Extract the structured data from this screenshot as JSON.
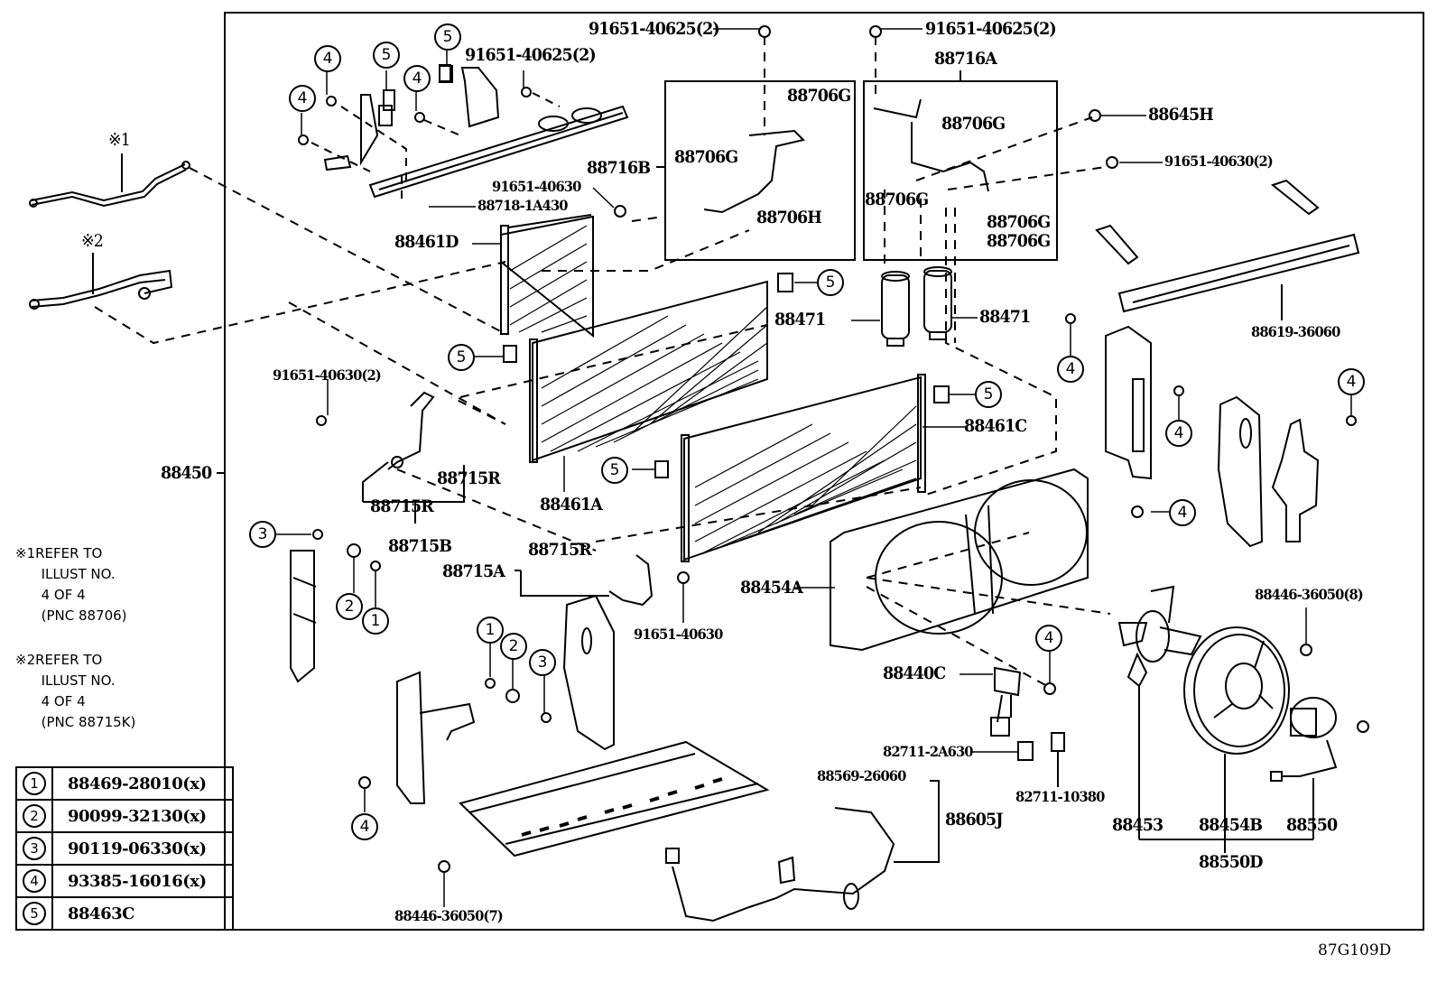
{
  "diagram": {
    "illustration_code": "87G109D",
    "assembly_label": "88450",
    "notes": [
      {
        "mark": "※1",
        "lines": [
          "REFER TO",
          "ILLUST NO.",
          "4 OF 4",
          "(PNC 88706)"
        ]
      },
      {
        "mark": "※2",
        "lines": [
          "REFER TO",
          "ILLUST NO.",
          "4 OF 4",
          "(PNC 88715K)"
        ]
      }
    ],
    "legend": [
      {
        "ref": "1",
        "part": "88469-28010(x)"
      },
      {
        "ref": "2",
        "part": "90099-32130(x)"
      },
      {
        "ref": "3",
        "part": "90119-06330(x)"
      },
      {
        "ref": "4",
        "part": "93385-16016(x)"
      },
      {
        "ref": "5",
        "part": "88463C"
      }
    ],
    "pipe_refs": [
      "※1",
      "※2"
    ],
    "labels": {
      "bolt_top_left": "91651-40625(2)",
      "bolt_top_right": "91651-40625(2)",
      "bolt_upper_bracket": "91651-40625(2)",
      "clip_88718": "88718-1A430",
      "cond_d": "88461D",
      "bolt_40630_mid": "91651-40630",
      "tube_88716b": "88716B",
      "tube_88716a": "88716A",
      "oring_b1": "88706G",
      "oring_b2": "88706G",
      "oring_h": "88706H",
      "oring_a1": "88706G",
      "oring_a2": "88706G",
      "oring_a3": "88706G",
      "oring_a4": "88706G",
      "cap_88645h": "88645H",
      "bolt_40630_right": "91651-40630(2)",
      "cover_88619": "88619-36060",
      "dryer_left": "88471",
      "dryer_right": "88471",
      "cond_c": "88461C",
      "cond_a": "88461A",
      "bolt_40630_left": "91651-40630(2)",
      "oring_r1": "88715R",
      "oring_r2": "88715R",
      "oring_r3": "88715R",
      "tube_88715b": "88715B",
      "tube_88715a": "88715A",
      "bolt_40630_low": "91651-40630",
      "shroud_88454a": "88454A",
      "resistor_88440c": "88440C",
      "clamp_2a630": "82711-2A630",
      "clamp_10380": "82711-10380",
      "bolt_36050_8": "88446-36050(8)",
      "fan_88453": "88453",
      "shroud_88454b": "88454B",
      "motor_88550": "88550",
      "fan_assy_88550d": "88550D",
      "wire_88569": "88569-26060",
      "harness_88605j": "88605J",
      "bolt_36050_7": "88446-36050(7)"
    },
    "callouts": {
      "c4": "4",
      "c5": "5",
      "c3": "3",
      "c2": "2",
      "c1": "1"
    }
  }
}
